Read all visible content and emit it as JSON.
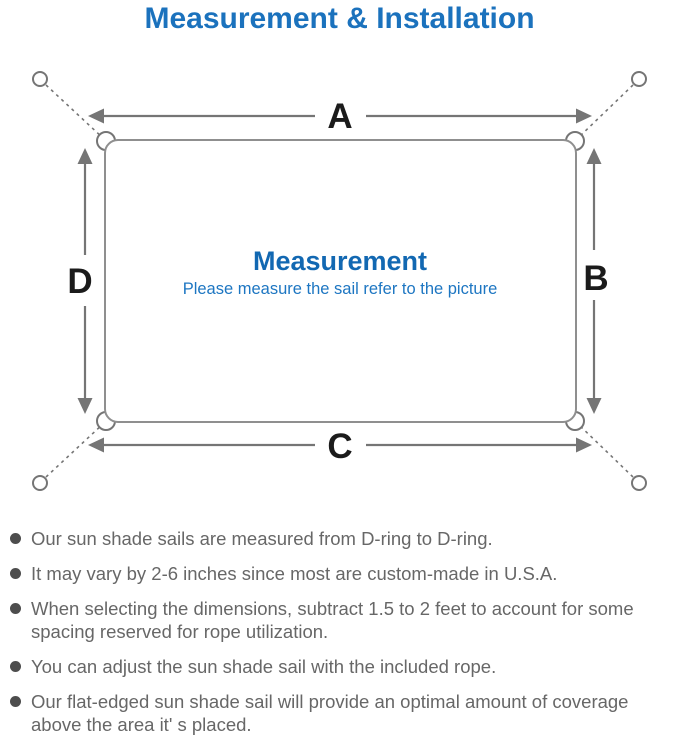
{
  "title": "Measurement & Installation",
  "diagram": {
    "labels": {
      "top": "A",
      "right": "B",
      "bottom": "C",
      "left": "D"
    },
    "center_title": "Measurement",
    "center_subtitle": "Please measure the sail refer to the picture",
    "colors": {
      "title_blue": "#1b72bd",
      "center_title_blue": "#1268b2",
      "subtitle_blue": "#1d76c2",
      "line_gray": "#757575",
      "outline_gray": "#8f8f8f",
      "label_black": "#1b1b1b"
    }
  },
  "notes": [
    "Our sun shade sails are measured from D-ring to D-ring.",
    "It may vary by 2-6 inches since most are custom-made in U.S.A.",
    "When selecting the dimensions, subtract 1.5 to 2 feet to account for some spacing reserved for rope utilization.",
    "You can adjust the sun shade sail with the included rope.",
    "Our flat-edged sun shade sail will provide an optimal amount of coverage above the area it' s placed."
  ]
}
